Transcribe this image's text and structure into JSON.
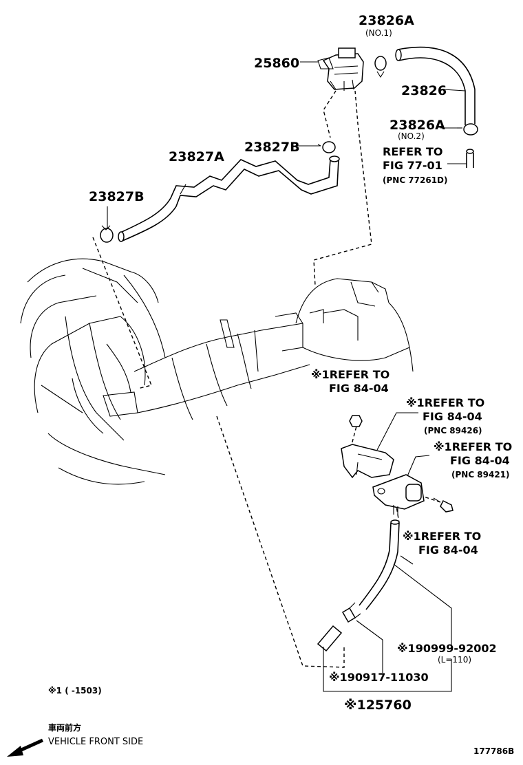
{
  "parts": {
    "p23826A_no1": {
      "number": "23826A",
      "note": "(NO.1)"
    },
    "p25860": {
      "number": "25860"
    },
    "p23826": {
      "number": "23826"
    },
    "p23826A_no2": {
      "number": "23826A",
      "note": "(NO.2)"
    },
    "p23827B_top": {
      "number": "23827B"
    },
    "p23827A": {
      "number": "23827A"
    },
    "p23827B_left": {
      "number": "23827B"
    },
    "refer_77": {
      "line1": "REFER TO",
      "line2": "FIG 77-01",
      "line3": "(PNC 77261D)"
    },
    "refer_84_a": {
      "line1": "※1REFER TO",
      "line2": "FIG 84-04"
    },
    "refer_84_b": {
      "line1": "※1REFER TO",
      "line2": "FIG 84-04",
      "line3": "(PNC 89426)"
    },
    "refer_84_c": {
      "line1": "※1REFER TO",
      "line2": "FIG 84-04",
      "line3": "(PNC 89421)"
    },
    "refer_84_d": {
      "line1": "※1REFER TO",
      "line2": "FIG 84-04"
    },
    "p90999": {
      "number": "※190999-92002",
      "note": "(L=110)"
    },
    "p90917": {
      "number": "※190917-11030"
    },
    "p25760": {
      "number": "※125760"
    }
  },
  "footnote": "※1 (       -1503)",
  "direction": {
    "jp": "車両前方",
    "en": "VEHICLE FRONT SIDE",
    "icon": "arrow-down-left-icon"
  },
  "figure_id": "177786B"
}
